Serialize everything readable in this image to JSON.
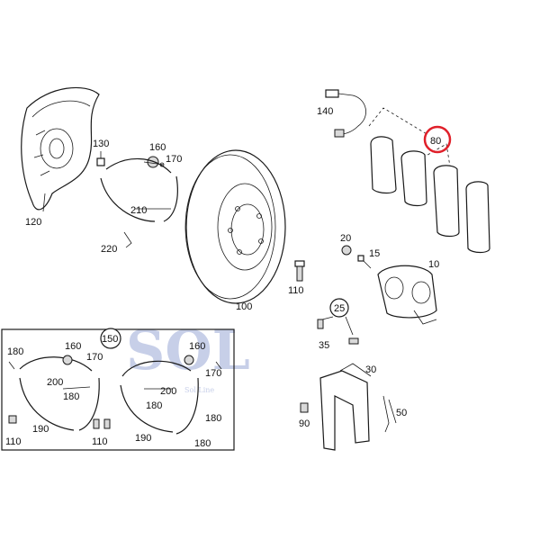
{
  "highlight_color": "#e0202a",
  "watermark": {
    "text": "SOL",
    "sub": "Sol Line",
    "color": "#9aa8d6"
  },
  "labels": {
    "l10": "10",
    "l15": "15",
    "l20": "20",
    "l25": "25",
    "l30": "30",
    "l35": "35",
    "l50": "50",
    "l80": "80",
    "l90": "90",
    "l100": "100",
    "l110": "110",
    "l120": "120",
    "l130": "130",
    "l140": "140",
    "l150": "150",
    "l160": "160",
    "l170": "170",
    "l210": "210",
    "l220": "220"
  },
  "inset_labels": {
    "l180a": "180",
    "l160a": "160",
    "l170a": "170",
    "l200a": "200",
    "l180b": "180",
    "l190a": "190",
    "l110a": "110",
    "l110b": "110",
    "l160b": "160",
    "l170b": "170",
    "l200b": "200",
    "l180c": "180",
    "l190b": "190",
    "l180d": "180",
    "l180e": "180"
  }
}
